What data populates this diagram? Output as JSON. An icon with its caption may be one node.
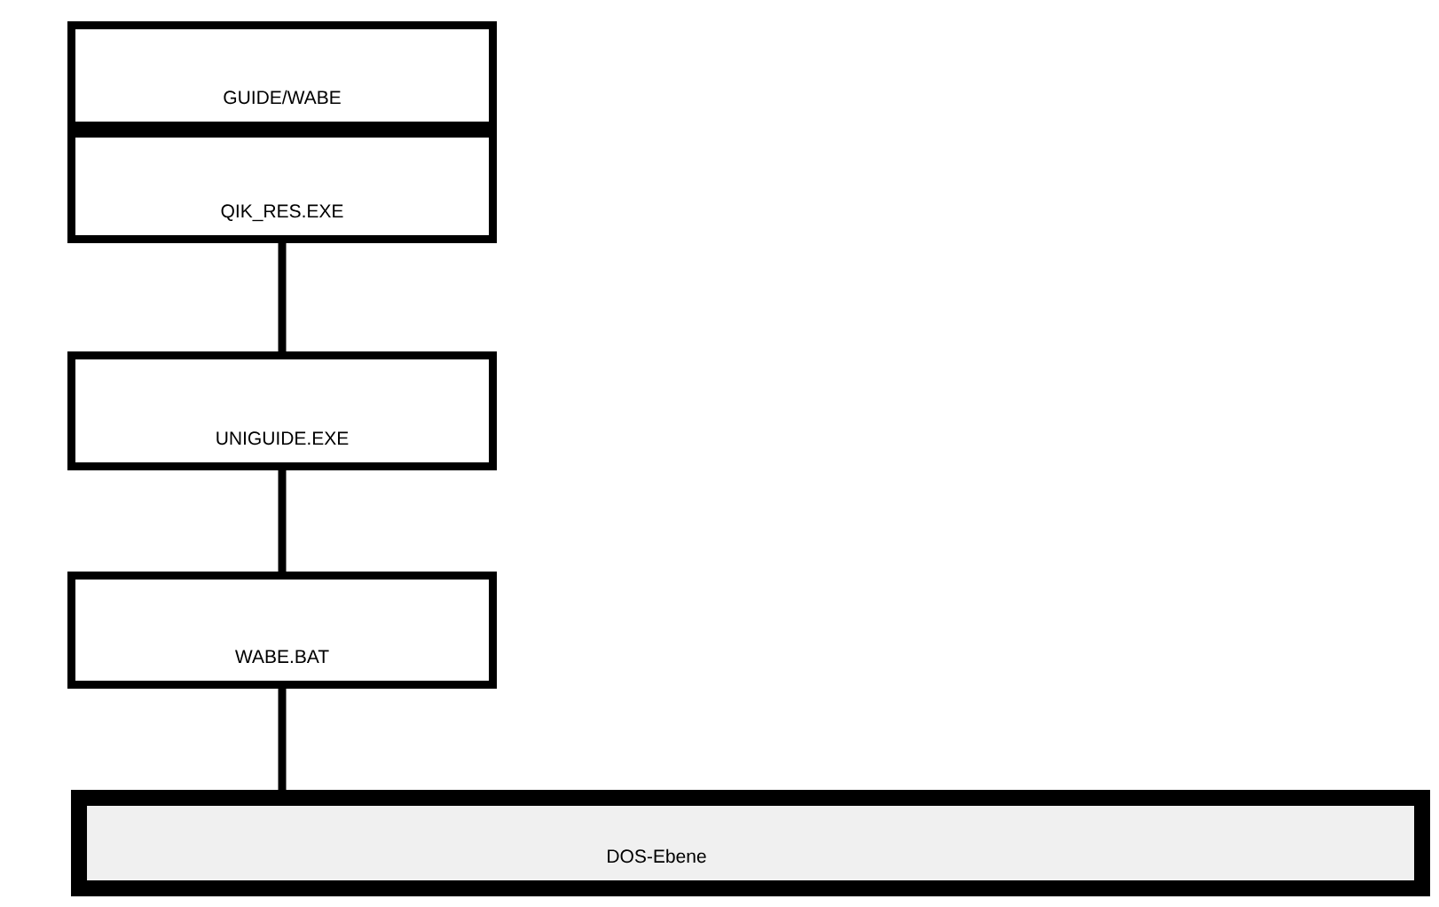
{
  "diagram": {
    "nodes": [
      {
        "text": [
          "GUIDE/WABE"
        ]
      },
      {
        "text": [
          "QIK_RES.EXE"
        ]
      },
      {
        "text": [
          "UNIGUIDE.EXE"
        ]
      },
      {
        "text": [
          "WABE.BAT"
        ]
      },
      {
        "text": [
          "DOS-Ebene"
        ]
      }
    ],
    "edges": [
      {
        "from": 1,
        "to": 2,
        "arrow": "none"
      },
      {
        "from": 2,
        "to": 3,
        "arrow": "none"
      },
      {
        "from": 3,
        "to": 4,
        "arrow": "none"
      }
    ]
  }
}
